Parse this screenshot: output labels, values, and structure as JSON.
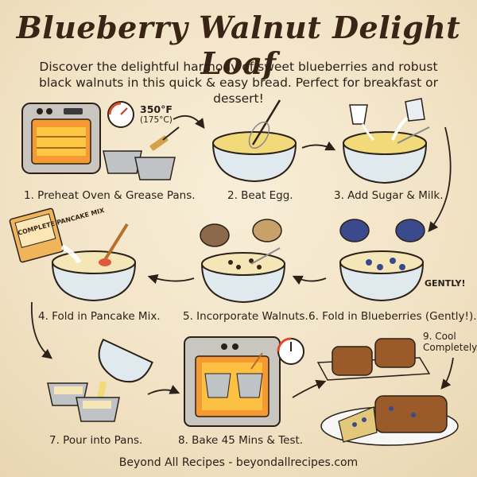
{
  "title": "Blueberry Walnut Delight Loaf",
  "intro": "Discover the delightful harmony of sweet blueberries and robust black walnuts in this quick & easy bread. Perfect for breakfast or dessert!",
  "steps": [
    {
      "label": "1. Preheat Oven & Grease Pans."
    },
    {
      "label": "2. Beat Egg."
    },
    {
      "label": "3. Add Sugar & Milk."
    },
    {
      "label": "4. Fold in Pancake Mix."
    },
    {
      "label": "5. Incorporate Walnuts."
    },
    {
      "label": "6. Fold in Blueberries (Gently!)."
    },
    {
      "label": "7. Pour into Pans."
    },
    {
      "label": "8. Bake 45 Mins & Test."
    },
    {
      "label": "9. Cool Completely."
    }
  ],
  "annotations": {
    "temp_f": "350°F",
    "temp_c": "(175°C)",
    "gently": "GENTLY!",
    "mix_box": "COMPLETE PANCAKE MIX"
  },
  "footer": "Beyond All Recipes - beyondallrecipes.com",
  "colors": {
    "background": "#f3e6cc",
    "ink": "#2b2118",
    "bowl": "#dfe9ee",
    "batter": "#f2d979",
    "blueberry": "#3a4a8c",
    "loaf": "#9a5a2a"
  }
}
